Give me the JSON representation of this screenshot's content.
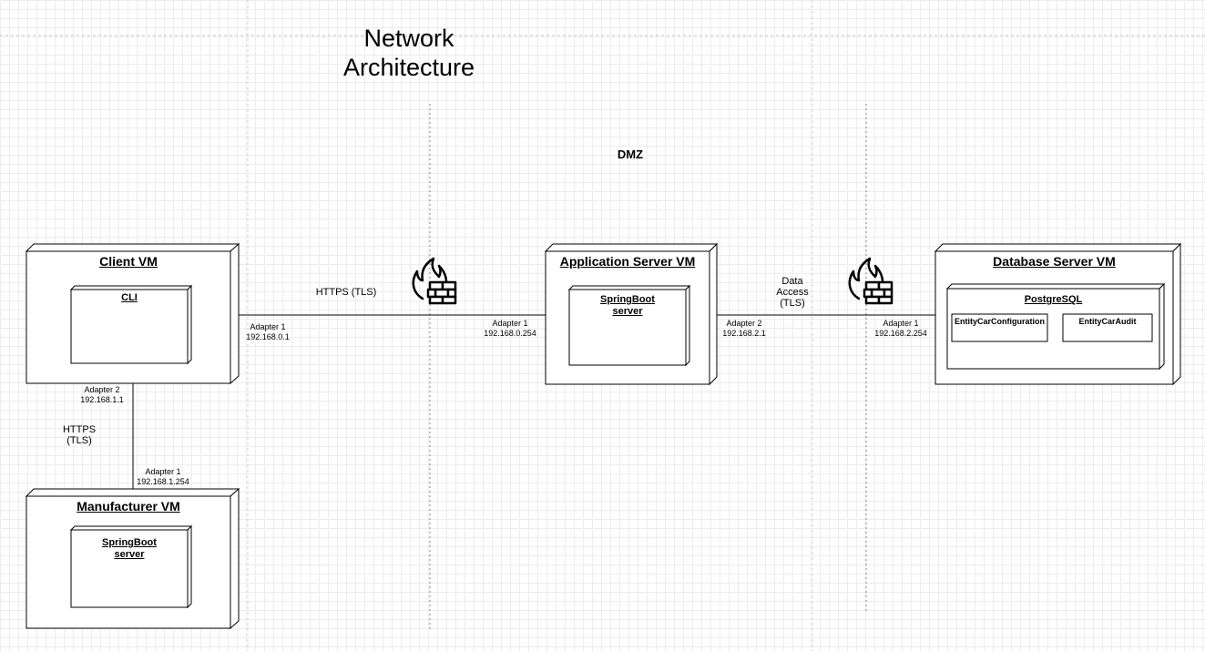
{
  "title": "Network\nArchitecture",
  "zone": {
    "dmz": "DMZ"
  },
  "nodes": {
    "client": {
      "title": "Client VM",
      "component": "CLI"
    },
    "manufacturer": {
      "title": "Manufacturer VM",
      "component": "SpringBoot\nserver"
    },
    "app": {
      "title": "Application Server VM",
      "component": "SpringBoot\nserver"
    },
    "db": {
      "title": "Database Server VM",
      "component": "PostgreSQL",
      "entities": [
        "EntityCarConfiguration",
        "EntityCarAudit"
      ]
    }
  },
  "connections": {
    "client_app": {
      "label": "HTTPS (TLS)",
      "from_adapter": "Adapter 1\n192.168.0.1",
      "to_adapter": "Adapter 1\n192.168.0.254"
    },
    "app_db": {
      "label": "Data\nAccess\n(TLS)",
      "from_adapter": "Adapter 2\n192.168.2.1",
      "to_adapter": "Adapter 1\n192.168.2.254"
    },
    "client_manufacturer": {
      "label": "HTTPS\n(TLS)",
      "from_adapter": "Adapter 2\n192.168.1.1",
      "to_adapter": "Adapter 1\n192.168.1.254"
    }
  },
  "icons": [
    "firewall-icon",
    "firewall-icon"
  ],
  "colors": {
    "stroke": "#000000",
    "boundary": "#999999",
    "grid": "#ededed"
  }
}
